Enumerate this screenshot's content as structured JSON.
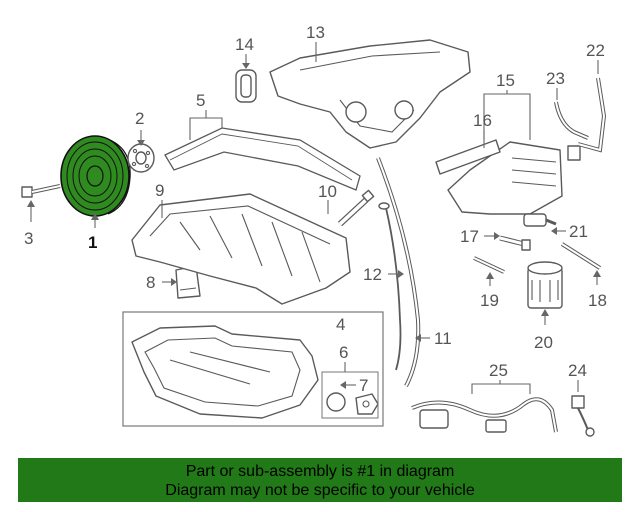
{
  "callouts": {
    "c1": "1",
    "c2": "2",
    "c3": "3",
    "c4": "4",
    "c5": "5",
    "c6": "6",
    "c7": "7",
    "c8": "8",
    "c9": "9",
    "c10": "10",
    "c11": "11",
    "c12": "12",
    "c13": "13",
    "c14": "14",
    "c15": "15",
    "c16": "16",
    "c17": "17",
    "c18": "18",
    "c19": "19",
    "c20": "20",
    "c21": "21",
    "c22": "22",
    "c23": "23",
    "c24": "24",
    "c25": "25"
  },
  "highlight": {
    "part": "1",
    "color": "#2f8a1f"
  },
  "banner": {
    "line1": "Part or sub-assembly is #1 in diagram",
    "line2": "Diagram may not be specific to your vehicle",
    "color": "#217a17"
  }
}
